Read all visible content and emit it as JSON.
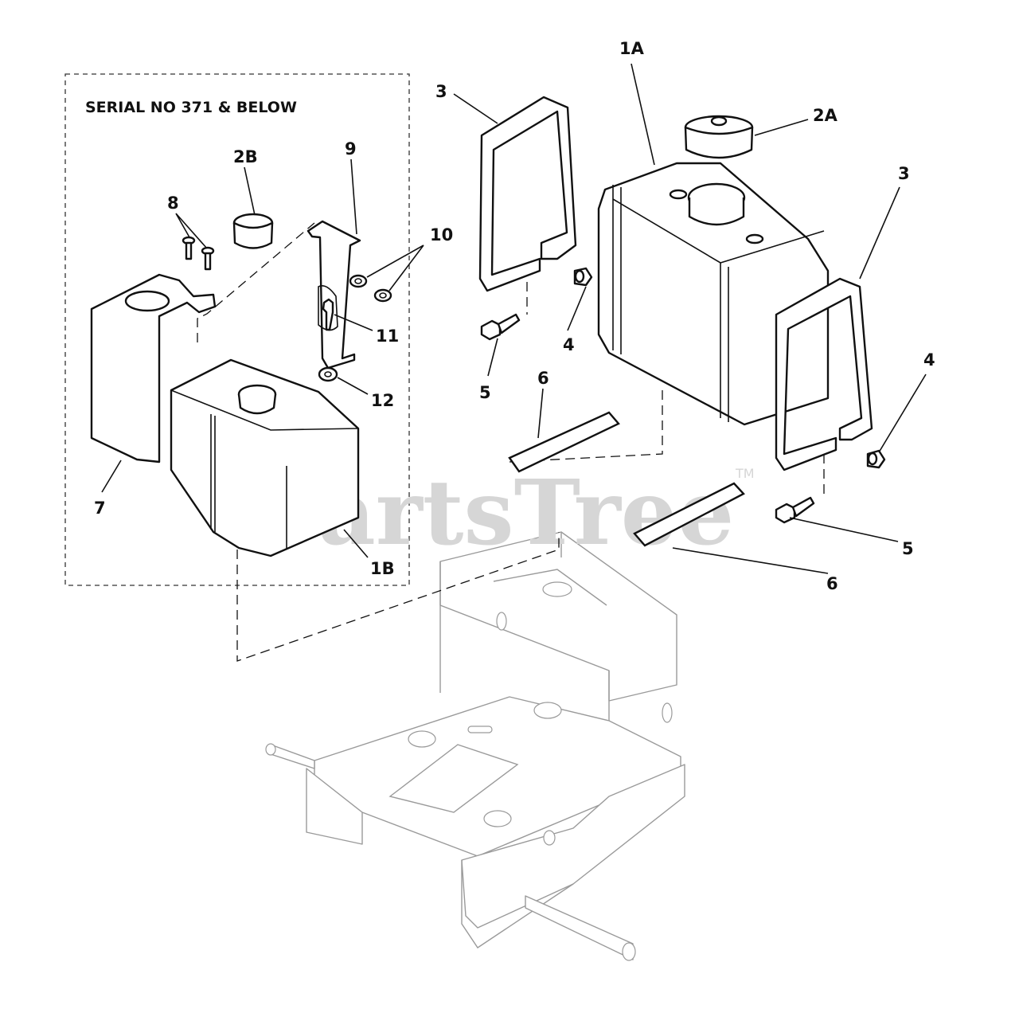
{
  "caption": "SERIAL NO 371 & BELOW",
  "watermark": "PartsTree",
  "watermark_tm": "TM",
  "callouts": {
    "c1a": "1A",
    "c2a": "2A",
    "c2b": "2B",
    "c1b": "1B",
    "c3_left": "3",
    "c3_right": "3",
    "c4_left": "4",
    "c4_right": "4",
    "c5_left": "5",
    "c5_right": "5",
    "c6_left": "6",
    "c6_right": "6",
    "c7": "7",
    "c8": "8",
    "c9": "9",
    "c10": "10",
    "c11": "11",
    "c12": "12"
  }
}
